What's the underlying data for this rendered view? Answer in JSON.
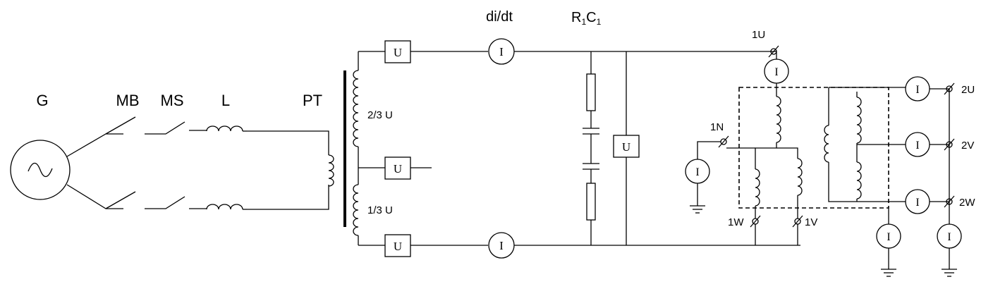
{
  "labels": {
    "generator": "G",
    "main_breaker": "MB",
    "make_switch": "MS",
    "inductor": "L",
    "power_transformer": "PT",
    "tap_two_thirds": "2/3 U",
    "tap_one_third": "1/3 U",
    "di_dt": "di/dt",
    "rc_r": "R",
    "rc_r_sub": "1",
    "rc_c": "C",
    "rc_c_sub": "1",
    "terminal_1U": "1U",
    "terminal_1N": "1N",
    "terminal_1W": "1W",
    "terminal_1V": "1V",
    "terminal_2U": "2U",
    "terminal_2V": "2V",
    "terminal_2W": "2W"
  },
  "symbols": {
    "voltage_meter": "U",
    "current_meter": "I",
    "ac_source": "~"
  }
}
